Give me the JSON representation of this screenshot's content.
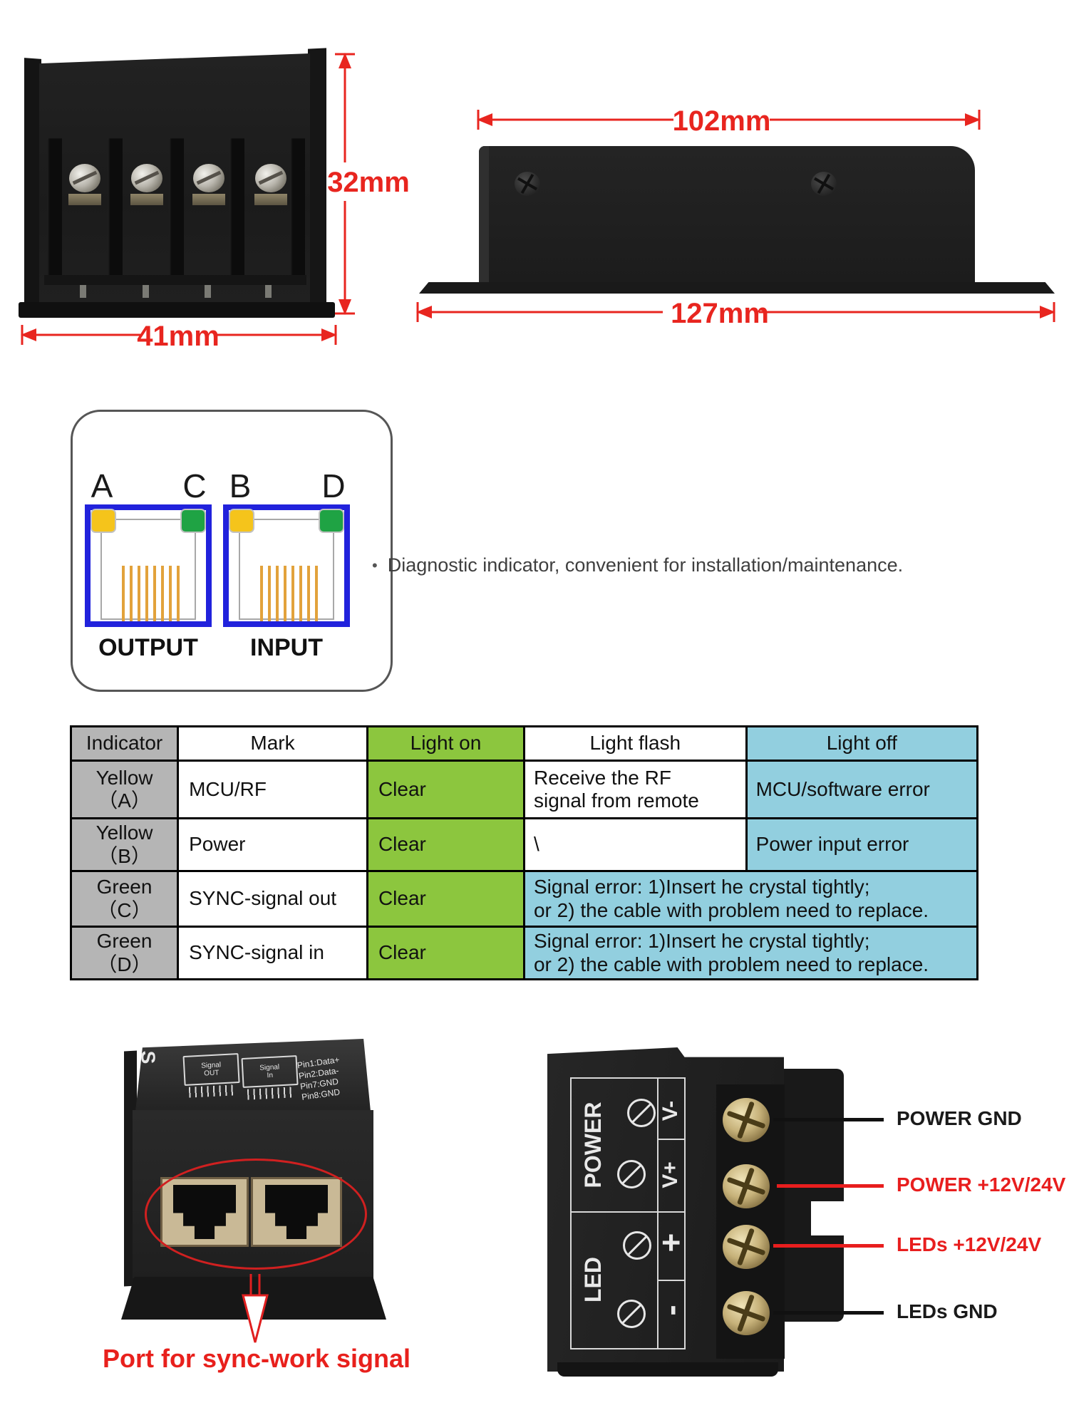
{
  "colors": {
    "dimension_red": "#e8251f",
    "annotation_red": "#e81e1e",
    "table_green": "#8cc63e",
    "table_blue": "#92cfdf",
    "table_gray": "#b5b5b5",
    "jack_blue": "#2122dc",
    "led_yellow": "#f5c41b",
    "led_green": "#1fa344",
    "pin_orange": "#e2a23b"
  },
  "front_view": {
    "height_label": "32mm",
    "width_label": "41mm"
  },
  "side_view": {
    "top_label": "102mm",
    "bottom_label": "127mm"
  },
  "connector_diagram": {
    "port_leds": [
      "A",
      "C",
      "B",
      "D"
    ],
    "jack_labels": [
      "OUTPUT",
      "INPUT"
    ],
    "note_bullet": "•",
    "note": "Diagnostic indicator, convenient for installation/maintenance."
  },
  "indicator_table": {
    "headers": [
      "Indicator",
      "Mark",
      "Light on",
      "Light flash",
      "Light off"
    ],
    "rows": [
      {
        "color": "Yellow",
        "id": "（A）",
        "mark": "MCU/RF",
        "on": "Clear",
        "flash_line1": "Receive the RF",
        "flash_line2": "signal from remote",
        "off": "MCU/software error"
      },
      {
        "color": "Yellow",
        "id": "（B）",
        "mark": "Power",
        "on": "Clear",
        "flash": "\\",
        "off": "Power input error"
      },
      {
        "color": "Green",
        "id": "（C）",
        "mark": "SYNC-signal out",
        "on": "Clear",
        "err1": "Signal error: 1)Insert he crystal tightly;",
        "err2": "or 2)  the cable with problem need to replace."
      },
      {
        "color": "Green",
        "id": "（D）",
        "mark": "SYNC-signal in",
        "on": "Clear",
        "err1": "Signal error: 1)Insert he crystal tightly;",
        "err2": "or 2)  the cable with problem need to replace."
      }
    ]
  },
  "sync_photo": {
    "side_letter": "S",
    "icon_out_line1": "Signal",
    "icon_out_line2": "OUT",
    "icon_in_line1": "Signal",
    "icon_in_line2": "In",
    "pinout": [
      "Pin1:Data+",
      "Pin2:Data-",
      "Pin7:GND",
      "Pin8:GND"
    ],
    "caption": "Port for sync-work signal"
  },
  "power_photo": {
    "power_label": "POWER",
    "led_label": "LED",
    "v_minus": "V-",
    "v_plus": "V+",
    "plus": "+",
    "minus": "-",
    "annotations": [
      {
        "text": "POWER GND",
        "color": "black"
      },
      {
        "text": "POWER +12V/24V",
        "color": "red"
      },
      {
        "text": "LEDs +12V/24V",
        "color": "red"
      },
      {
        "text": "LEDs GND",
        "color": "black"
      }
    ]
  }
}
